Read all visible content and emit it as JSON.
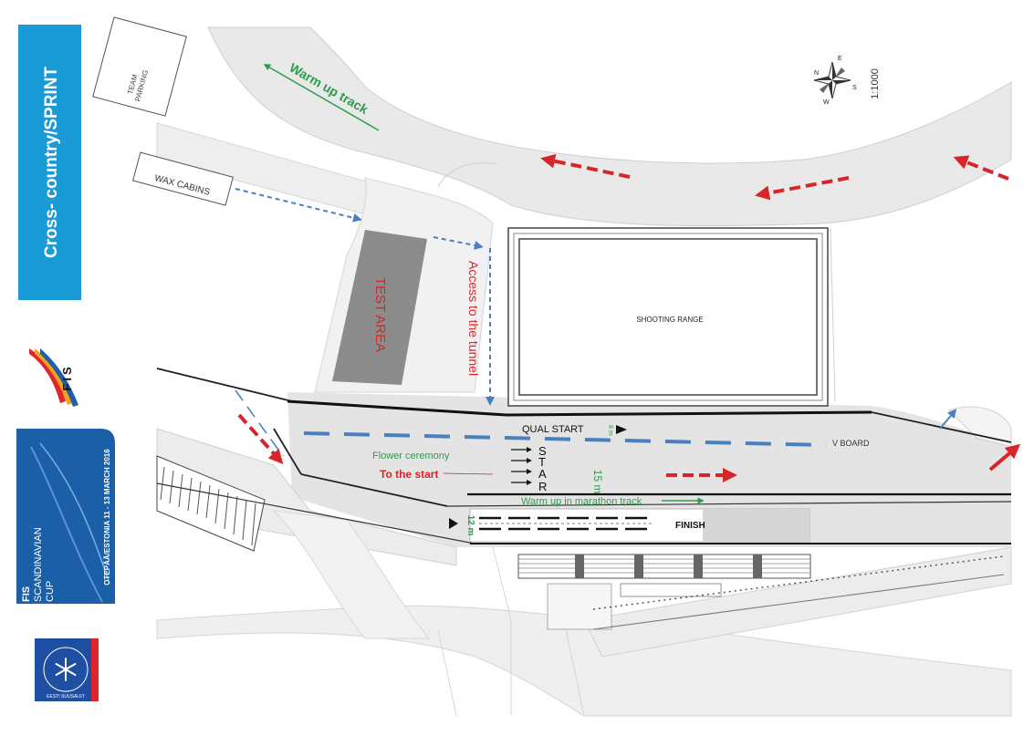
{
  "sidebar": {
    "title": "Cross- country/SPRINT",
    "fis_logo_text": "FIS",
    "event_badge": {
      "brand": "FIS",
      "line1": "SCANDINAVIAN",
      "line2": "CUP",
      "dates": "OTEPÄÄ/ESTONIA 11 - 13 MARCH 2016"
    },
    "federation_logo_text": "EESTI SUUSALIIT"
  },
  "compass": {
    "n": "N",
    "e": "E",
    "s": "S",
    "w": "W"
  },
  "scale": "1:1000",
  "labels": {
    "team_parking_1": "TEAM",
    "team_parking_2": "PARKING",
    "wax_cabins": "WAX CABINS",
    "warm_up_track": "Warm up track",
    "test_area": "TEST AREA",
    "access_tunnel": "Access to the tunnel",
    "shooting_range": "SHOOTING RANGE",
    "qual_start": "QUAL START",
    "qual_start_dist": "8 m",
    "v_board": "V BOARD",
    "flower_ceremony": "Flower ceremony",
    "to_the_start": "To the start",
    "start_letters": [
      "S",
      "T",
      "A",
      "R"
    ],
    "start_dist": "15 m",
    "warm_up_marathon": "Warm up in marathon track",
    "finish_dist": "12 m",
    "finish": "FINISH"
  },
  "colors": {
    "sidebar_blue": "#1a9ad6",
    "badge_blue": "#1b5fa8",
    "arrow_red": "#d7262a",
    "route_blue": "#4a7fc0",
    "warm_green": "#2e9b4c",
    "road_gray": "#e9e9e9",
    "test_area_gray": "#8c8c8c"
  }
}
